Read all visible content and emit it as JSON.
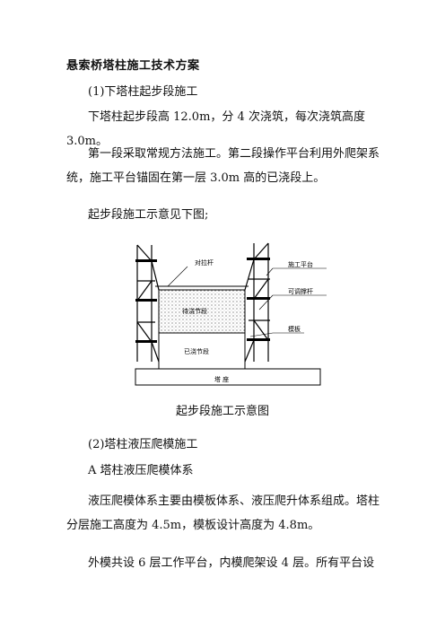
{
  "title": "悬索桥塔柱施工技术方案",
  "paragraphs": {
    "p1": "(1)下塔柱起步段施工",
    "p2": "下塔柱起步段高 12.0m，分 4 次浇筑，每次浇筑高度 3.0m。",
    "p3": "第一段采取常规方法施工。第二段操作平台利用外爬架系统，施工平台锚固在第一层 3.0m 高的已浇段上。",
    "p4": "起步段施工示意见下图;",
    "p5": "(2)塔柱液压爬模施工",
    "p6": "A 塔柱液压爬模体系",
    "p7": "液压爬模体系主要由模板体系、液压爬升体系组成。塔柱分层施工高度为 4.5m，模板设计高度为 4.8m。",
    "p8": "外模共设 6 层工作平台，内模爬架设 4 层。所有平台设"
  },
  "figure": {
    "labels": {
      "tie_rod": "对拉杆",
      "work_platform": "施工平台",
      "adjustable_brace": "可调撑杆",
      "formwork": "模板",
      "pour_segment": "待浇节段",
      "poured_segment": "已浇节段",
      "tower_base": "塔 座"
    },
    "caption": "起步段施工示意图"
  }
}
